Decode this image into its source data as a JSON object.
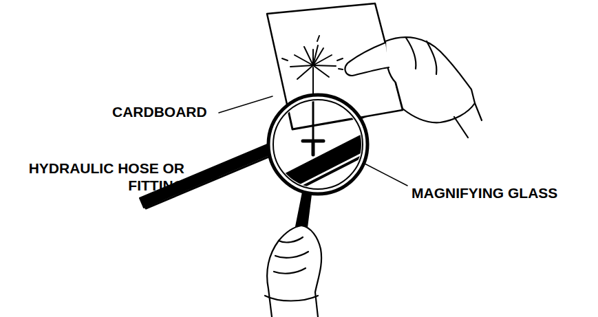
{
  "diagram": {
    "labels": [
      "CARDBOARD",
      "HYDRAULIC HOSE OR FITTING",
      "MAGNIFYING GLASS"
    ]
  }
}
